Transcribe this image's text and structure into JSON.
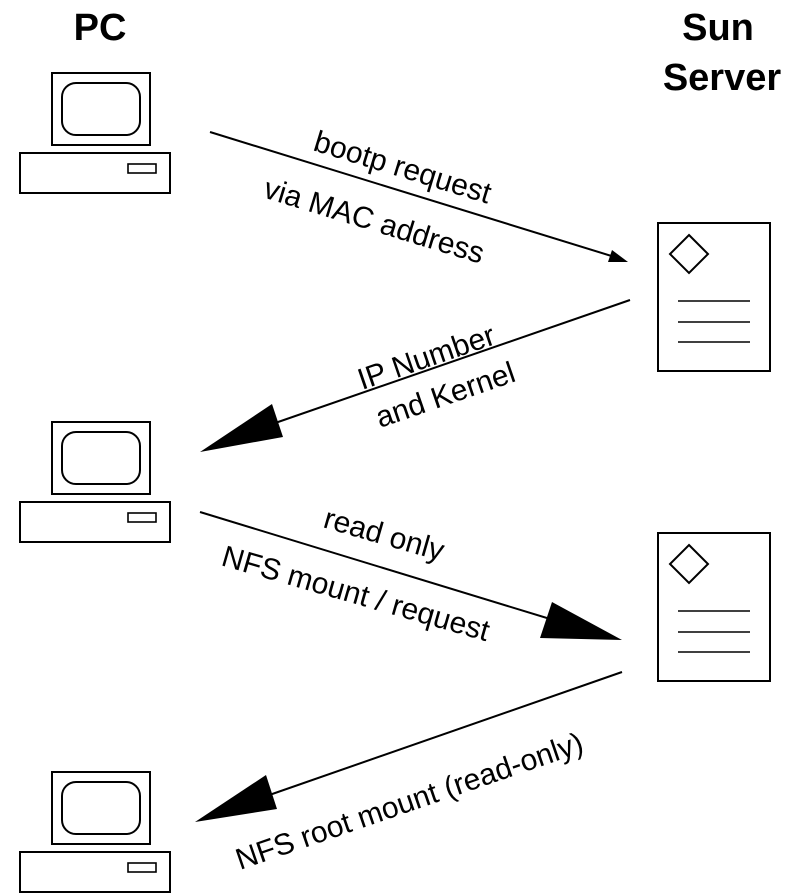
{
  "headers": {
    "pc": "PC",
    "server_line1": "Sun",
    "server_line2": "Server"
  },
  "steps": [
    {
      "line1": "bootp request",
      "line2": "via MAC address"
    },
    {
      "line1": "IP Number",
      "line2": "and Kernel"
    },
    {
      "line1": "read only",
      "line2": "NFS mount / request"
    },
    {
      "line1": "NFS root mount (read-only)"
    }
  ]
}
